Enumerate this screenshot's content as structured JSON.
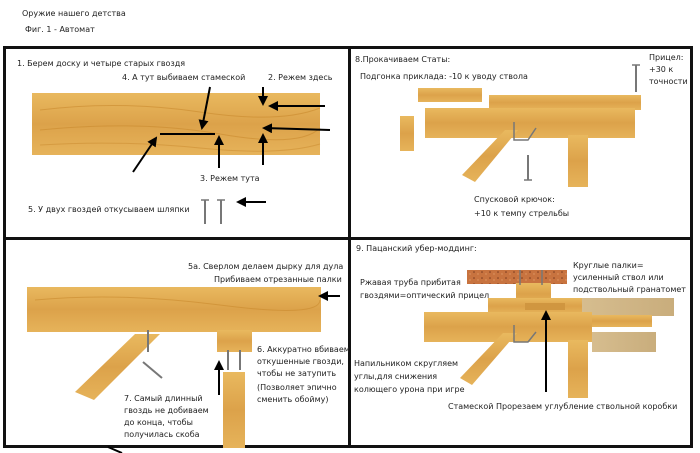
{
  "header": {
    "title": "Оружие нашего детства",
    "figure": "Фиг. 1 - Автомат"
  },
  "panels": [
    {
      "id": "step1",
      "labels": {
        "step1": "1. Берем доску  и четыре старых гвоздя",
        "step4": "4. А тут выбиваем стамеской",
        "step2": "2. Режем здесь",
        "step3": "3. Режем тута",
        "step5": "5. У двух гвоздей откусываем шляпки"
      }
    },
    {
      "id": "step8",
      "labels": {
        "title": "8.Прокачиваем Статы:",
        "stock": "Подгонка приклада: -10 к уводу ствола",
        "sight_line1": "Прицел:",
        "sight_line2": "+30 к",
        "sight_line3": "точности",
        "trigger_line1": "Спусковой крючок:",
        "trigger_line2": "+10 к темпу стрельбы"
      }
    },
    {
      "id": "step5a",
      "labels": {
        "drill": "5а. Сверлом делаем дырку для дула",
        "nail_sticks": "Прибиваем отрезанные палки",
        "step6_line1": "6. Аккуратно вбиваем",
        "step6_line2": "откушенные гвозди,",
        "step6_line3": "чтобы не затупить",
        "step6_line4": "(Позволяет эпично",
        "step6_line5": "сменить обойму)",
        "step7_line1": "7. Самый длинный",
        "step7_line2": "гвоздь не добиваем",
        "step7_line3": "до конца, чтобы",
        "step7_line4": "получилась скоба"
      }
    },
    {
      "id": "step9",
      "labels": {
        "title": "9. Пацанский убер-моддинг:",
        "pipe_line1": "Ржавая труба прибитая",
        "pipe_line2": "гвоздями=оптический прицел",
        "round_line1": "Круглые палки=",
        "round_line2": "усиленный ствол или",
        "round_line3": "подствольный гранатомет",
        "file_line1": "Напильником скругляем",
        "file_line2": "углы,для снижения",
        "file_line3": "колющего урона при игре",
        "chisel": "Стамеской Прорезаем углубление ствольной коробки"
      }
    }
  ],
  "colors": {
    "wood_light": "#e8b55a",
    "wood_dark": "#c98a2e",
    "wood_grey": "#cdb38a",
    "rust": "#c76a3a",
    "nail": "#777777",
    "border": "#111111"
  }
}
